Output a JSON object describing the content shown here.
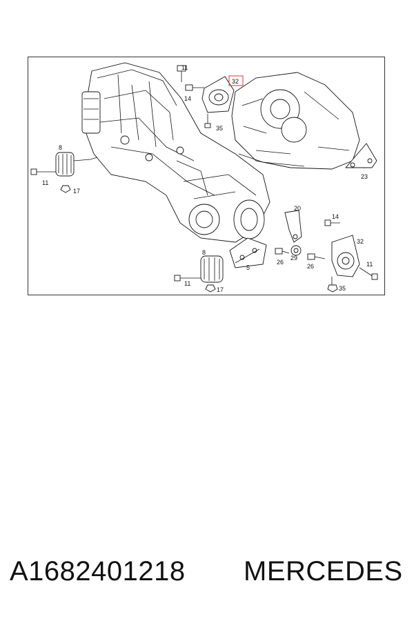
{
  "diagram": {
    "callouts": {
      "c11_top": "11",
      "c14_top": "14",
      "c32_top": "32",
      "c35_top": "35",
      "c8_left": "8",
      "c11_left": "11",
      "c17_left": "17",
      "c23": "23",
      "c20": "20",
      "c14_right": "14",
      "c32_right": "32",
      "c26_a": "26",
      "c29": "29",
      "c26_b": "26",
      "c11_right": "11",
      "c35_right": "35",
      "c5": "5",
      "c8_bottom": "8",
      "c11_bottom": "11",
      "c17_bottom": "17"
    },
    "highlight_color": "#e0303a"
  },
  "footer": {
    "part_number": "A1682401218",
    "brand": "MERCEDES"
  }
}
